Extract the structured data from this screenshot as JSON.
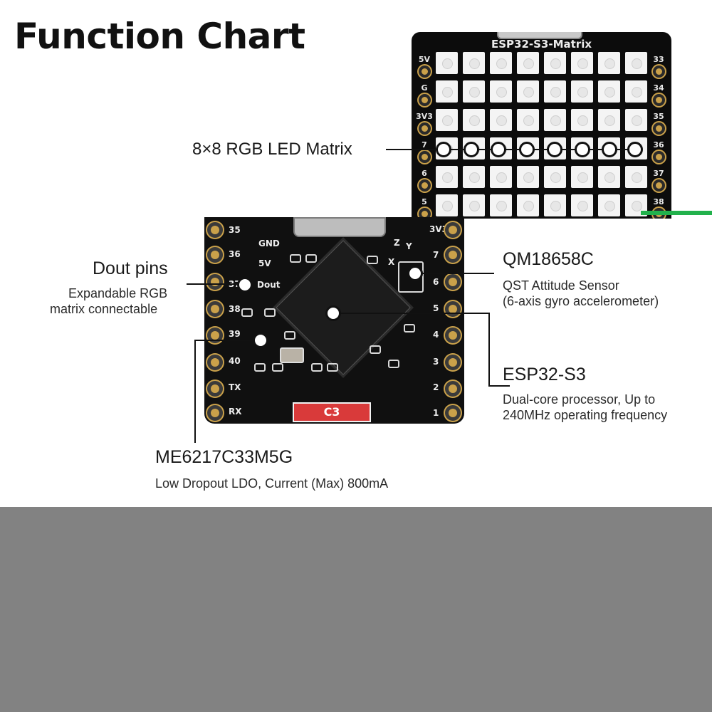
{
  "title": "Function Chart",
  "top_board": {
    "name": "ESP32-S3-Matrix",
    "left_pins": [
      "5V",
      "G",
      "3V3",
      "7",
      "6",
      "5"
    ],
    "right_pins": [
      "33",
      "34",
      "35",
      "36",
      "37",
      "38"
    ]
  },
  "bottom_board": {
    "left_pins": [
      "35",
      "36",
      "37",
      "38",
      "39",
      "40",
      "TX",
      "RX"
    ],
    "right_pins": [
      "3V3",
      "7",
      "6",
      "5",
      "4",
      "3",
      "2",
      "1"
    ],
    "inner_labels": [
      "GND",
      "5V",
      "Dout"
    ],
    "axis_labels": [
      "Z",
      "Y",
      "X"
    ],
    "chip_label": "C3"
  },
  "callouts": {
    "led_matrix": {
      "title": "8×8 RGB LED Matrix"
    },
    "dout": {
      "title": "Dout pins",
      "desc_line1": "Expandable RGB",
      "desc_line2": "matrix connectable"
    },
    "qmi": {
      "title": "QM18658C",
      "desc_line1": "QST Attitude Sensor",
      "desc_line2": "(6-axis gyro accelerometer)"
    },
    "esp": {
      "title": "ESP32-S3",
      "desc_line1": "Dual-core processor,  Up to",
      "desc_line2": "240MHz operating frequency"
    },
    "ldo": {
      "title": "ME6217C33M5G",
      "desc_line1": "Low Dropout LDO, Current (Max) 800mA"
    }
  },
  "colors": {
    "background": "#ffffff",
    "board": "#101010",
    "pin_gold": "#caa14a",
    "label_red": "#d93a3a",
    "bottom_band": "#828282",
    "accent_green": "#22b14c"
  }
}
